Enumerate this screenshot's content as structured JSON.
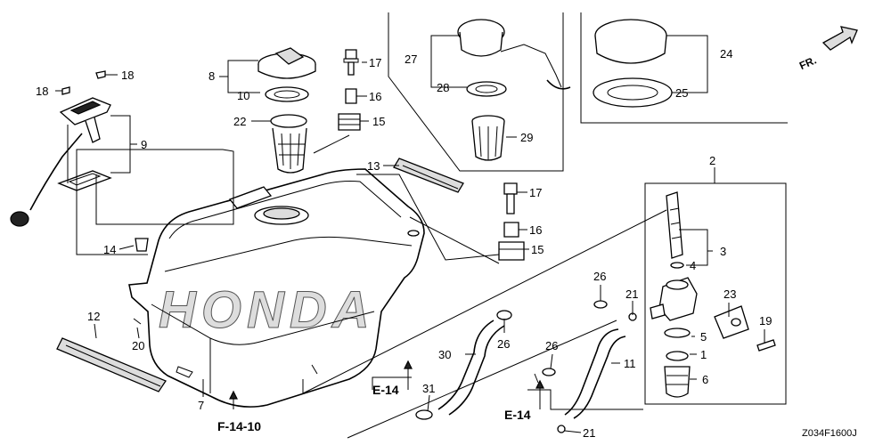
{
  "diagram": {
    "code": "Z034F1600J",
    "direction_label": "FR.",
    "watermark_logo": "HONDA",
    "callouts": {
      "c1": "1",
      "c2": "2",
      "c3": "3",
      "c4": "4",
      "c5": "5",
      "c6": "6",
      "c7": "7",
      "c8": "8",
      "c9": "9",
      "c10": "10",
      "c11": "11",
      "c12": "12",
      "c13": "13",
      "c14": "14",
      "c15a": "15",
      "c15b": "15",
      "c16a": "16",
      "c16b": "16",
      "c17a": "17",
      "c17b": "17",
      "c18a": "18",
      "c18b": "18",
      "c19": "19",
      "c20": "20",
      "c21a": "21",
      "c21b": "21",
      "c22": "22",
      "c23": "23",
      "c24": "24",
      "c25": "25",
      "c26a": "26",
      "c26b": "26",
      "c26c": "26",
      "c27": "27",
      "c28": "28",
      "c29": "29",
      "c30": "30",
      "c31": "31"
    },
    "references": {
      "e14_left": "E-14",
      "e14_right": "E-14",
      "f14_10": "F-14-10"
    }
  }
}
